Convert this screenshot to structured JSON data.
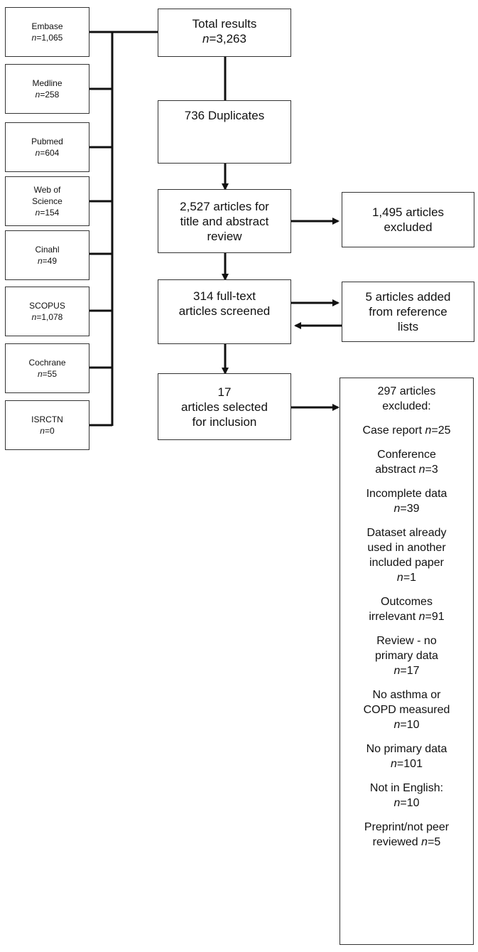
{
  "sources": [
    {
      "name": "Embase",
      "n": "1,065"
    },
    {
      "name": "Medline",
      "n": "258"
    },
    {
      "name": "Pubmed",
      "n": "604"
    },
    {
      "name": "Web of Science",
      "n": "154"
    },
    {
      "name": "Cinahl",
      "n": "49"
    },
    {
      "name": "SCOPUS",
      "n": "1,078"
    },
    {
      "name": "Cochrane",
      "n": "55"
    },
    {
      "name": "ISRCTN",
      "n": "0"
    }
  ],
  "n_prefix": "n",
  "total": {
    "label": "Total results",
    "n": "=3,263"
  },
  "duplicates": "736 Duplicates",
  "title_review": [
    "2,527 articles for",
    "title and abstract",
    "review"
  ],
  "excluded_title": [
    "1,495 articles",
    "excluded"
  ],
  "fulltext": [
    "314 full-text",
    "articles screened"
  ],
  "added": [
    "5 articles added",
    "from reference",
    "lists"
  ],
  "selected": [
    "17",
    "articles selected",
    "for inclusion"
  ],
  "excluded_final": {
    "heading": [
      "297 articles",
      "excluded:"
    ],
    "reasons": [
      {
        "lines": [
          "Case report "
        ],
        "n": "=25"
      },
      {
        "lines": [
          "Conference",
          "abstract "
        ],
        "n": "=3"
      },
      {
        "lines": [
          "Incomplete data",
          ""
        ],
        "n": "=39"
      },
      {
        "lines": [
          "Dataset already",
          "used in another",
          "included paper",
          ""
        ],
        "n": "=1"
      },
      {
        "lines": [
          "Outcomes",
          "irrelevant "
        ],
        "n": "=91"
      },
      {
        "lines": [
          "Review - no",
          "primary data",
          ""
        ],
        "n": "=17"
      },
      {
        "lines": [
          "No asthma or",
          "COPD measured",
          ""
        ],
        "n": "=10"
      },
      {
        "lines": [
          "No primary data",
          ""
        ],
        "n": "=101"
      },
      {
        "lines": [
          "Not in English:",
          ""
        ],
        "n": "=10"
      },
      {
        "lines": [
          "Preprint/not peer",
          "reviewed "
        ],
        "n": "=5"
      }
    ]
  }
}
